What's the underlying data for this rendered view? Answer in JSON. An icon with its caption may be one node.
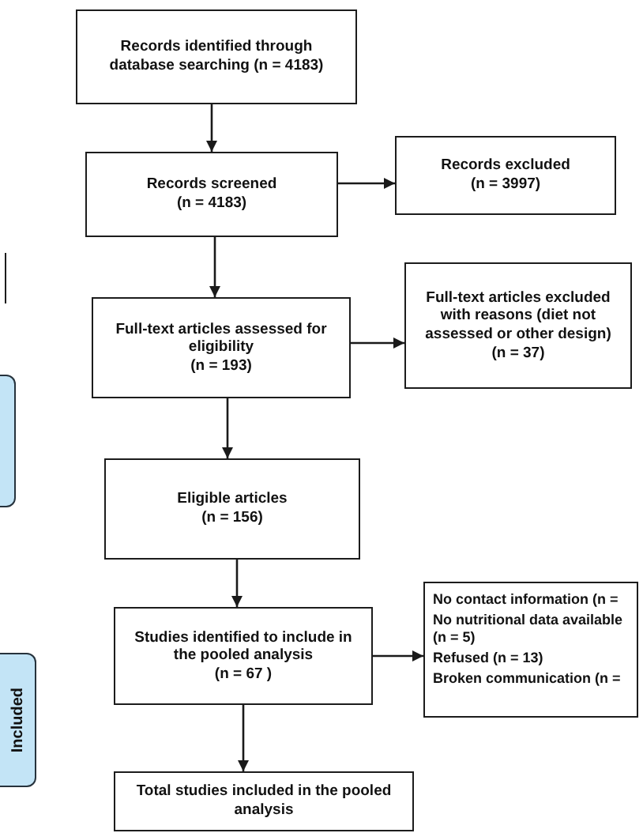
{
  "diagram": {
    "nodes": [
      {
        "text": [
          "Records identified through database searching (n = 4183)"
        ]
      },
      {
        "text": [
          "Records screened",
          "(n = 4183)"
        ]
      },
      {
        "text": [
          "Records excluded",
          "(n = 3997)"
        ]
      },
      {
        "text": [
          "Full-text articles assessed for eligibility",
          "(n = 193)"
        ]
      },
      {
        "text": [
          "Full-text articles excluded with reasons (diet not assessed or other design)",
          "(n = 37)"
        ]
      },
      {
        "text": [
          "Eligible articles",
          "(n = 156)"
        ]
      },
      {
        "text": [
          "Studies identified to include in the pooled analysis",
          "(n = 67 )"
        ]
      },
      {
        "text": [
          "No contact information (n =",
          "No nutritional data available (n = 5)",
          "Refused (n = 13)",
          "Broken communication (n ="
        ]
      },
      {
        "text": [
          "Total studies included in the pooled analysis"
        ]
      },
      {
        "text": [],
        "shape": "box"
      },
      {
        "text": [],
        "shape": "box"
      },
      {
        "text": [
          "Included"
        ]
      }
    ],
    "edges": [
      {
        "from": 0,
        "to": 1,
        "arrow": "to"
      },
      {
        "from": 1,
        "to": 2,
        "arrow": "to"
      },
      {
        "from": 1,
        "to": 3,
        "arrow": "to"
      },
      {
        "from": 3,
        "to": 4,
        "arrow": "to"
      },
      {
        "from": 3,
        "to": 5,
        "arrow": "to"
      },
      {
        "from": 5,
        "to": 6,
        "arrow": "to"
      },
      {
        "from": 6,
        "to": 7,
        "arrow": "to"
      },
      {
        "from": 6,
        "to": 8,
        "arrow": "to"
      }
    ]
  }
}
